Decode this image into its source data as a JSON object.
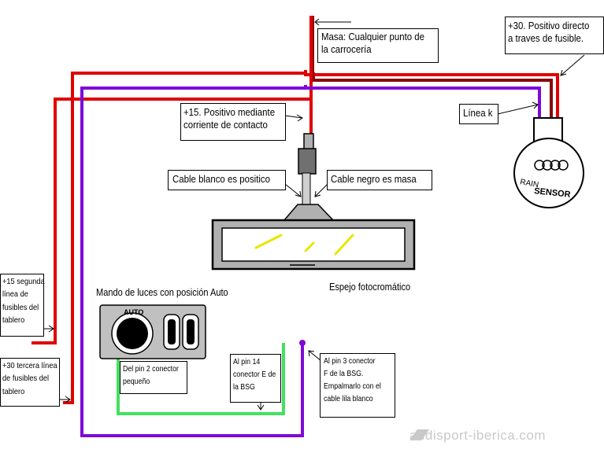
{
  "colors": {
    "red": "#e00000",
    "purple": "#7d0ad9",
    "brown_red": "#8b0a0a",
    "green": "#44e060",
    "black": "#000000",
    "mirror_gray": "#b0b0b0",
    "switch_gray": "#c0c0c0",
    "mirror_highlight": "#e6e600"
  },
  "labels": {
    "masa": [
      "Masa: Cualquier punto de",
      "la carrocería"
    ],
    "plus30_direct": [
      "+30. Positivo directo",
      "a traves de fusible."
    ],
    "linea_k": "Línea k",
    "plus15_contact": [
      "+15. Positivo mediante",
      "corriente de contacto"
    ],
    "cable_blanco": "Cable blanco es positico",
    "cable_negro": "Cable negro es masa",
    "espejo": "Espejo fotocromático",
    "mando_luces": "Mando de luces con posición Auto",
    "plus15_segunda": [
      "+15 segunda",
      "línea de",
      "fusibles del",
      "tablero"
    ],
    "plus30_tercera": [
      "+30 tercera línea",
      "de fusibles del",
      "tablero"
    ],
    "pin2": [
      "Del pin 2 conector",
      "pequeño"
    ],
    "pin14": [
      "Al pin 14",
      "conector E de",
      "la BSG"
    ],
    "pin3": [
      "Al pin 3 conector",
      "F de la BSG.",
      "Empalmarlo con el",
      "cable lila blanco"
    ]
  },
  "switch": {
    "auto_label": "AUTO"
  },
  "sensor": {
    "text_rain": "RAIN",
    "text_sensor": "SENSOR"
  },
  "watermark": "audisport-iberica.com"
}
